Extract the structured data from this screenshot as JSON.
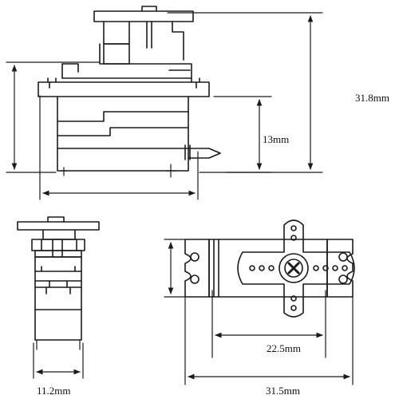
{
  "colors": {
    "line": "#1a1a1a",
    "background": "#ffffff"
  },
  "labels": {
    "overall_height": "31.8mm",
    "body_height": "13mm",
    "depth": "11.2mm",
    "mount_hole_spacing": "22.5mm",
    "overall_length": "31.5mm"
  }
}
